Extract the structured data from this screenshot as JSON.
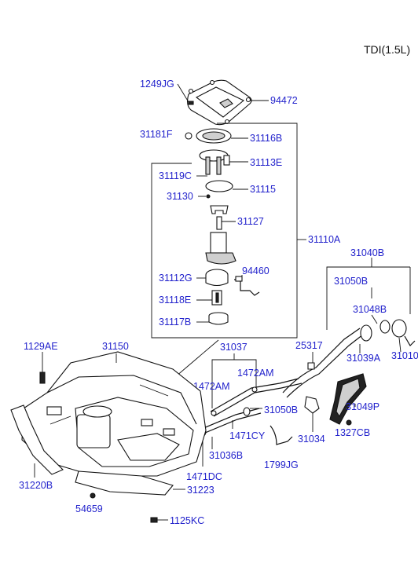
{
  "header": {
    "engine_variant": "TDI(1.5L)"
  },
  "labels": {
    "p1249JG": "1249JG",
    "p94472": "94472",
    "p31181F": "31181F",
    "p31116B": "31116B",
    "p31113E": "31113E",
    "p31119C": "31119C",
    "p31115": "31115",
    "p31130": "31130",
    "p31127": "31127",
    "p31110A": "31110A",
    "p31112G": "31112G",
    "p94460": "94460",
    "p31118E": "31118E",
    "p31117B": "31117B",
    "p31040B": "31040B",
    "p31050B_top": "31050B",
    "p31048B": "31048B",
    "p1129AE": "1129AE",
    "p31150": "31150",
    "p31037": "31037",
    "p25317": "25317",
    "p31039A": "31039A",
    "p31010": "31010",
    "p1472AM_left": "1472AM",
    "p1472AM_right": "1472AM",
    "p31050B_mid": "31050B",
    "p31049P": "31049P",
    "p1471CY": "1471CY",
    "p1327CB": "1327CB",
    "p31034": "31034",
    "p31036B": "31036B",
    "p1799JG": "1799JG",
    "p1471DC": "1471DC",
    "p31220B": "31220B",
    "p31223": "31223",
    "p54659": "54659",
    "p1125KC": "1125KC"
  }
}
